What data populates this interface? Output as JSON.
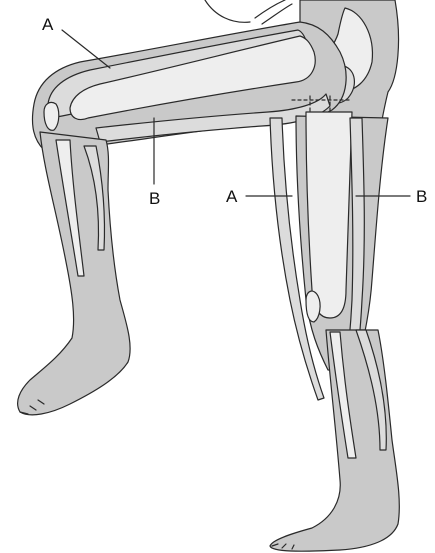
{
  "labels": {
    "thigh_front_muscle": "A",
    "thigh_back_muscle": "B",
    "standing_leg_front_muscle": "A",
    "standing_leg_back_muscle": "B"
  },
  "colors": {
    "skin": "#c9c9c9",
    "muscle": "#dcdcdc",
    "bone": "#eeeeee",
    "outline": "#2a2a2a"
  }
}
